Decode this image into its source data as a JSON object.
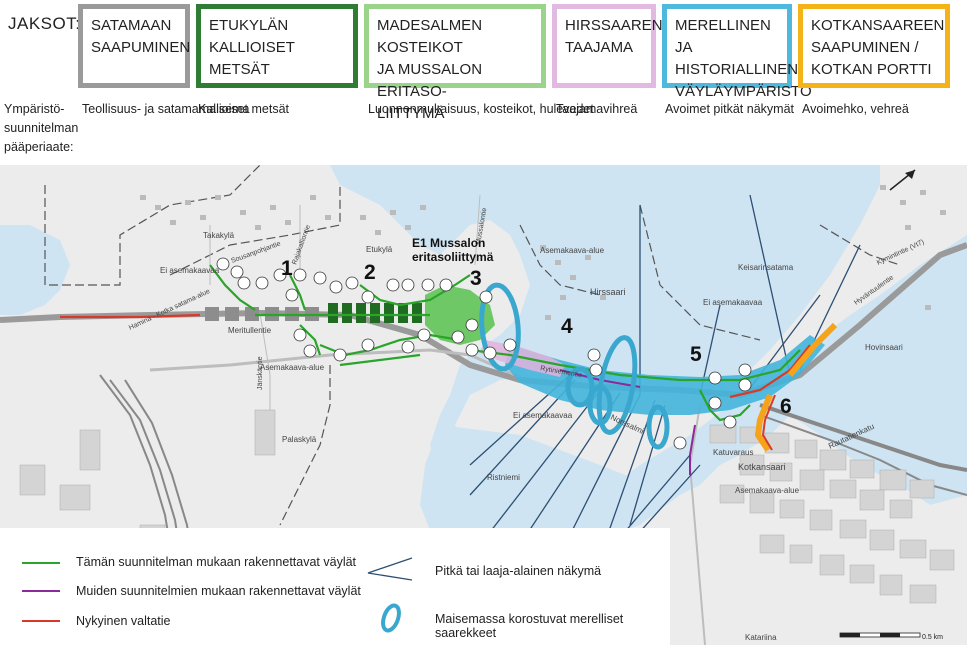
{
  "header": {
    "jaksot_label": "JAKSOT:",
    "principles_label": "Ympäristö-\nsuunnitelman\npääperiaate:",
    "sections": [
      {
        "title": "SATAMAAN\nSAAPUMINEN",
        "color": "#9a9a9a",
        "principle": "Teollisuus- ja\nsatamamaisema"
      },
      {
        "title": "ETUKYLÄN KALLIOISET\nMETSÄT",
        "color": "#2e7d32",
        "principle": "Kallioiset metsät"
      },
      {
        "title": "MADESALMEN KOSTEIKOT\nJA MUSSALON ERITASO-\nLIITTYMÄ",
        "color": "#9ad48a",
        "principle": "Luonnonmukaisuus, kosteikot,\nhulevedet"
      },
      {
        "title": "HIRSSAAREN\nTAAJAMA",
        "color": "#e2b9e0",
        "principle": "Taajamavihreä"
      },
      {
        "title": "MERELLINEN JA\nHISTORIALLINEN\nVÄYLÄYMPÄRISTÖ",
        "color": "#4fb8dd",
        "principle": "Avoimet pitkät näkymät"
      },
      {
        "title": "KOTKANSAAREEN\nSAAPUMINEN /\nKOTKAN PORTTI",
        "color": "#f5b31a",
        "principle": "Avoimehko, vehreä"
      }
    ]
  },
  "map": {
    "section_numbers": [
      "1",
      "2",
      "3",
      "4",
      "5",
      "6"
    ],
    "interchange_label": "E1 Mussalon\neritasoliittymä",
    "place_names": [
      "Takakylä",
      "Etukylä",
      "Hirssaari",
      "Meritullentie",
      "Palaskylä",
      "Ristniemi",
      "Kotkansaari",
      "Hovinsaari",
      "Keisarinsatama",
      "Katariina",
      "Katuvaraus",
      "Rautatienkatu",
      "Jänskäntie",
      "Norssalmi",
      "Rytiniementie",
      "Sousanpohjantie",
      "Rajakalliontie",
      "Mussalontie",
      "Kymintintie (Vt7)",
      "Hyväntuulentie",
      "Hamina - Kotka\nsatama-alue",
      "Ei asemakaavaa",
      "Asemakaava-alue"
    ],
    "scale_label": "0.5 km"
  },
  "legend": {
    "items": [
      {
        "label": "Tämän suunnitelman mukaan rakennettavat väylät",
        "color": "#2aa52a",
        "type": "line"
      },
      {
        "label": "Muiden suunnitelmien mukaan rakennettavat väylät",
        "color": "#8b2a9a",
        "type": "line"
      },
      {
        "label": "Nykyinen valtatie",
        "color": "#d83a2a",
        "type": "line"
      },
      {
        "label": "Pitkä tai laaja-alainen näkymä",
        "color": "#2d4f73",
        "type": "view"
      },
      {
        "label": "Maisemassa korostuvat merelliset saarekkeet",
        "color": "#3aa7cf",
        "type": "ellipse"
      }
    ]
  }
}
